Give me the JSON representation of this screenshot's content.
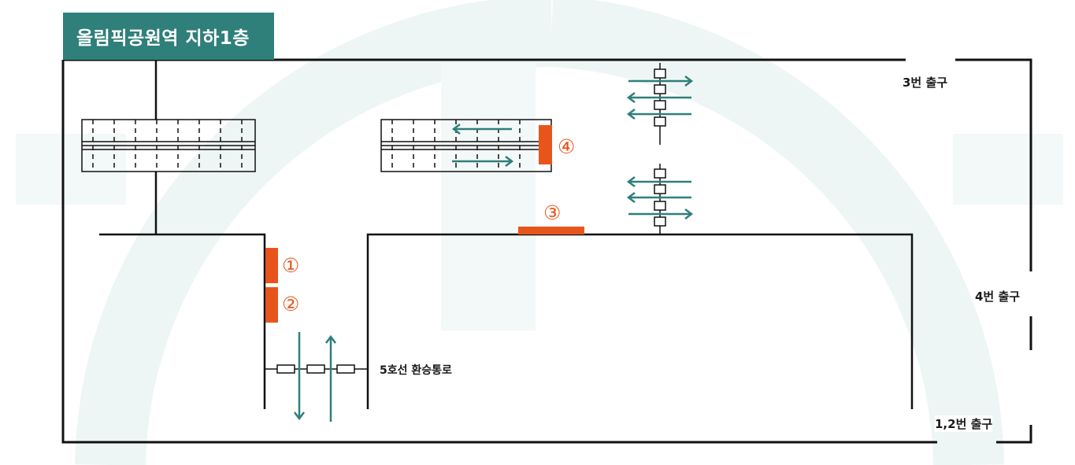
{
  "title": "올림픽공원역 지하1층",
  "labels": {
    "exit3": "3번 출구",
    "exit4": "4번 출구",
    "exit12": "1,2번 출구",
    "transfer": "5호선 환승통로"
  },
  "markers": [
    "①",
    "②",
    "③",
    "④"
  ],
  "colors": {
    "title_bg": "#2f7f7a",
    "arrow": "#2f7f7a",
    "marker": "#e8551c",
    "wall": "#111111"
  }
}
